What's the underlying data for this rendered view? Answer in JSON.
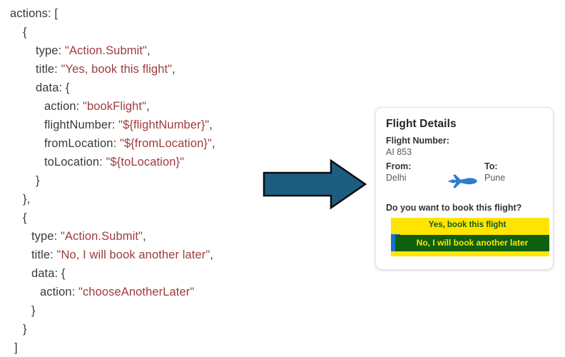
{
  "code": {
    "lines": [
      {
        "indent": 0,
        "segments": [
          {
            "t": "actions: [",
            "k": "punct"
          }
        ]
      },
      {
        "indent": 18,
        "segments": [
          {
            "t": "{",
            "k": "punct"
          }
        ]
      },
      {
        "indent": 36,
        "segments": [
          {
            "t": "type: ",
            "k": "punct"
          },
          {
            "t": "\"Action.Submit\"",
            "k": "str"
          },
          {
            "t": ",",
            "k": "punct"
          }
        ]
      },
      {
        "indent": 36,
        "segments": [
          {
            "t": "title: ",
            "k": "punct"
          },
          {
            "t": "\"Yes, book this flight\"",
            "k": "str"
          },
          {
            "t": ",",
            "k": "punct"
          }
        ]
      },
      {
        "indent": 36,
        "segments": [
          {
            "t": "data: {",
            "k": "punct"
          }
        ]
      },
      {
        "indent": 48,
        "segments": [
          {
            "t": "action: ",
            "k": "punct"
          },
          {
            "t": "\"bookFlight\"",
            "k": "str"
          },
          {
            "t": ",",
            "k": "punct"
          }
        ]
      },
      {
        "indent": 48,
        "segments": [
          {
            "t": "flightNumber: ",
            "k": "punct"
          },
          {
            "t": "\"${flightNumber}\"",
            "k": "str"
          },
          {
            "t": ",",
            "k": "punct"
          }
        ]
      },
      {
        "indent": 48,
        "segments": [
          {
            "t": "fromLocation: ",
            "k": "punct"
          },
          {
            "t": "\"${fromLocation}\"",
            "k": "str"
          },
          {
            "t": ",",
            "k": "punct"
          }
        ]
      },
      {
        "indent": 48,
        "segments": [
          {
            "t": "toLocation: ",
            "k": "punct"
          },
          {
            "t": "\"${toLocation}\"",
            "k": "str"
          }
        ]
      },
      {
        "indent": 36,
        "segments": [
          {
            "t": "}",
            "k": "punct"
          }
        ]
      },
      {
        "indent": 18,
        "segments": [
          {
            "t": "},",
            "k": "punct"
          }
        ]
      },
      {
        "indent": 18,
        "segments": [
          {
            "t": "{",
            "k": "punct"
          }
        ]
      },
      {
        "indent": 30,
        "segments": [
          {
            "t": "type: ",
            "k": "punct"
          },
          {
            "t": "\"Action.Submit\"",
            "k": "str"
          },
          {
            "t": ",",
            "k": "punct"
          }
        ]
      },
      {
        "indent": 30,
        "segments": [
          {
            "t": "title: ",
            "k": "punct"
          },
          {
            "t": "\"No, I will book another later\"",
            "k": "str"
          },
          {
            "t": ",",
            "k": "punct"
          }
        ]
      },
      {
        "indent": 30,
        "segments": [
          {
            "t": "data: {",
            "k": "punct"
          }
        ]
      },
      {
        "indent": 42,
        "segments": [
          {
            "t": "action: ",
            "k": "punct"
          },
          {
            "t": "\"chooseAnotherLater\"",
            "k": "str"
          }
        ]
      },
      {
        "indent": 30,
        "segments": [
          {
            "t": "}",
            "k": "punct"
          }
        ]
      },
      {
        "indent": 18,
        "segments": [
          {
            "t": "}",
            "k": "punct"
          }
        ]
      },
      {
        "indent": 6,
        "segments": [
          {
            "t": "]",
            "k": "punct"
          }
        ]
      }
    ]
  },
  "arrow": {
    "label": "flow-arrow-right",
    "fill": "#1d5e80",
    "stroke": "#0c0c0c"
  },
  "card": {
    "title": "Flight Details",
    "flight_number_label": "Flight Number:",
    "flight_number_value": "AI 853",
    "from_label": "From:",
    "from_value": "Delhi",
    "to_label": "To:",
    "to_value": "Pune",
    "plane_icon": "airplane-icon",
    "plane_color": "#2e7ad1",
    "question": "Do you want to book this flight?",
    "actions": {
      "yes_label": "Yes, book this flight",
      "no_label": "No, I will book another later"
    }
  },
  "colors": {
    "string_literal": "#9e3b3b",
    "code_text": "#1d1d1d",
    "highlight_yellow": "#ffe400",
    "button_green": "#0f5f10",
    "blue_tab": "#1a74c4",
    "arrow_fill": "#1d5e80"
  }
}
